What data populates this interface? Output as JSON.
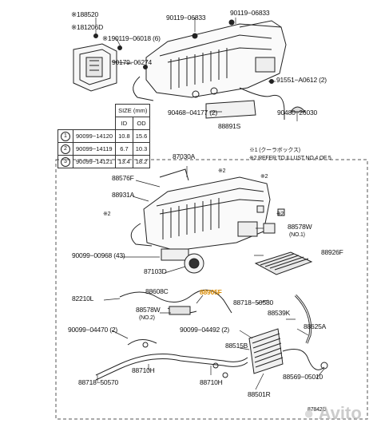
{
  "callouts": {
    "p88520": "※188520",
    "p81206": "※181206D",
    "p90119_06833a": "90119−06833",
    "p90119_06833b": "90119−06833",
    "p90119_06018": "※190119−06018 (6)",
    "p90179": "90179−06274",
    "p91551": "91551−A0612 (2)",
    "p90468": "90468−04177 (2)",
    "p90480": "90480−26030",
    "p88891": "88891S",
    "note1": "※1 (クーラボックス)",
    "note2": "※2 REFER TO ILLUST NO.4 OF 5",
    "p87030": "87030A",
    "p88576": "88576F",
    "mark2a": "※2",
    "mark2b": "※2",
    "p88931": "88931A",
    "mark2c": "※2",
    "mark2d": "※2",
    "p88578w": "88578W",
    "no1": "(NO.1)",
    "p90099_00968": "90099−00968 (43)",
    "p88926": "88926F",
    "p87103": "87103D",
    "p88905": "88905F",
    "p88608": "88608C",
    "p82210": "82210L",
    "p88578w2": "88578W",
    "no2": "(NO.2)",
    "p88718_50580": "88718−50580",
    "p88539": "88539K",
    "p90099_04470": "90099−04470 (2)",
    "p90099_04492": "90099−04492 (2)",
    "p88625": "88625A",
    "p88515": "88515B",
    "p88710h_a": "88710H",
    "p88718_50570": "88718−50570",
    "p88710h_b": "88710H",
    "p88569": "88569−05010",
    "p88501": "88501R",
    "figno": "87842D"
  },
  "size_table": {
    "header_label": "SIZE (mm)",
    "col_headers": [
      "ID",
      "OD"
    ],
    "rows": [
      {
        "mark": "1",
        "code": "90099−14120",
        "id": "10.8",
        "od": "15.6"
      },
      {
        "mark": "2",
        "code": "90099−14119",
        "id": "6.7",
        "od": "10.3"
      },
      {
        "mark": "3",
        "code": "90099−14121",
        "id": "13.4",
        "od": "18.2"
      }
    ]
  },
  "highlight_color": "#d98a00",
  "watermark": "Avito"
}
